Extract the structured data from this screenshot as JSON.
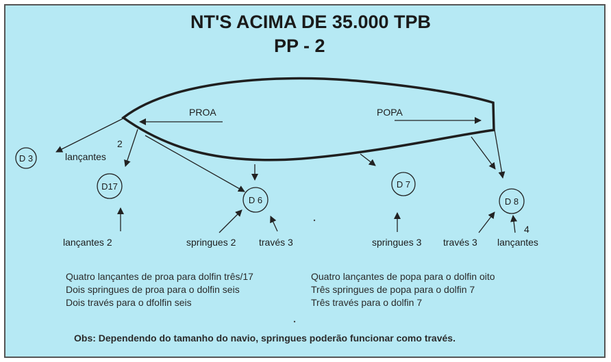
{
  "title": "NT'S ACIMA DE 35.000 TPB",
  "subtitle": "PP - 2",
  "ship": {
    "bow_label": "PROA",
    "stern_label": "POPA"
  },
  "dolphins": [
    "D 3",
    "D17",
    "D 6",
    "D 7",
    "D 8"
  ],
  "line_labels": {
    "near_d3_number": "2",
    "near_d3_text": "lançantes",
    "d17": "lançantes 2",
    "d6_springs": "springues 2",
    "d6_breast": "través 3",
    "d7_springs": "springues 3",
    "d8_breast": "través 3",
    "d8_number": "4",
    "d8_text": "lançantes"
  },
  "notes_left": [
    "Quatro lançantes de proa para dolfin três/17",
    "Dois springues de proa para o dolfin seis",
    "Dois través para o dfolfin seis"
  ],
  "notes_right": [
    "Quatro lançantes de popa para o dolfin oito",
    "Três springues de popa para o dolfin 7",
    "Três través para o dolfin 7"
  ],
  "obs": "Obs: Dependendo do tamanho do navio, springues poderão funcionar como través."
}
